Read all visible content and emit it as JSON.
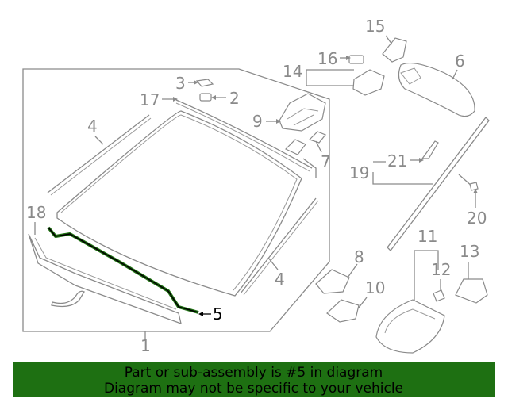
{
  "diagram": {
    "callouts": [
      {
        "id": "1",
        "label": "1"
      },
      {
        "id": "2",
        "label": "2"
      },
      {
        "id": "3",
        "label": "3"
      },
      {
        "id": "4a",
        "label": "4"
      },
      {
        "id": "4b",
        "label": "4"
      },
      {
        "id": "5",
        "label": "5",
        "highlighted": true
      },
      {
        "id": "6",
        "label": "6"
      },
      {
        "id": "7",
        "label": "7"
      },
      {
        "id": "8",
        "label": "8"
      },
      {
        "id": "9",
        "label": "9"
      },
      {
        "id": "10",
        "label": "10"
      },
      {
        "id": "11",
        "label": "11"
      },
      {
        "id": "12",
        "label": "12"
      },
      {
        "id": "13",
        "label": "13"
      },
      {
        "id": "14",
        "label": "14"
      },
      {
        "id": "15",
        "label": "15"
      },
      {
        "id": "16",
        "label": "16"
      },
      {
        "id": "17",
        "label": "17"
      },
      {
        "id": "18",
        "label": "18"
      },
      {
        "id": "19",
        "label": "19"
      },
      {
        "id": "20",
        "label": "20"
      },
      {
        "id": "21",
        "label": "21"
      }
    ],
    "colors": {
      "parts": "#8a8a8a",
      "highlight": "#000000",
      "highlight_stroke": "#1e7012"
    }
  },
  "footer": {
    "line1": "Part or sub-assembly is #5 in diagram",
    "line2": "Diagram may not be specific to your vehicle",
    "background": "#1e7012"
  }
}
